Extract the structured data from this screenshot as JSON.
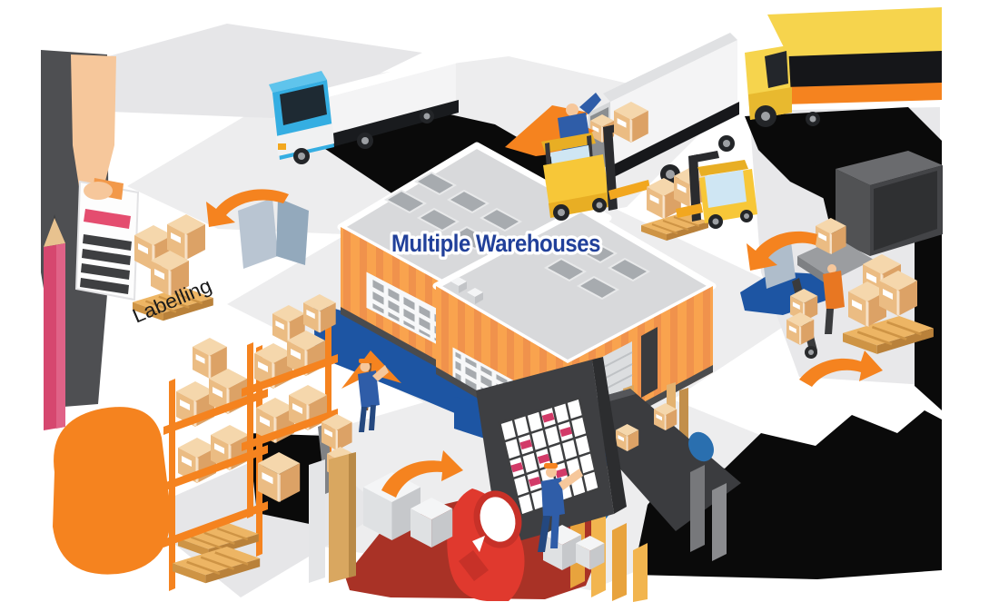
{
  "labels": {
    "center_title": "Multiple Warehouses",
    "labelling": "Labelling"
  },
  "palette": {
    "accent_orange": "#F5831F",
    "wall_orange": "#F9A34E",
    "wall_stripe_orange": "#F0924C",
    "title_blue": "#21409A",
    "flow_blue": "#1D55A3",
    "truck_cab_blue": "#35AEE2",
    "forklift_yellow": "#F7C738",
    "semi_trailer_yellow": "#F6D44D",
    "cardboard_tan": "#EBBC83",
    "magnifier_red": "#E0392E",
    "shadow_dark_red": "#A93226",
    "schedule_highlight_pink": "#D23A68",
    "pencil_pink": "#D6476F",
    "roof_gray": "#D8D9DB",
    "panel_dark_gray": "#3E3F42",
    "ground_gray": "#EDEDEE",
    "conveyor_belt_dark": "#3B3C3F",
    "roller_blue": "#2A6FAF",
    "skin": "#F6C79B",
    "worker_navy": "#2F5DA8",
    "shadow_black": "#0A0A0A"
  },
  "scene": {
    "objects": [
      "warehouse-buildings",
      "blue-cab-truck",
      "box-truck",
      "yellow-semi-truck",
      "forklift-loading",
      "forklift-with-pallet",
      "labelling-clipboard",
      "giant-pencil",
      "parcel-pallet-stack",
      "storage-racks",
      "rack-worker",
      "schedule-board",
      "schedule-worker",
      "magnifying-glass",
      "conveyor-belt",
      "dock-trailer",
      "hand-truck-worker",
      "process-arrows"
    ]
  }
}
